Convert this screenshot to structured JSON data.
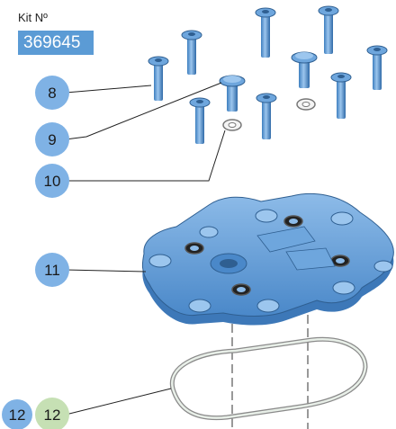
{
  "kit": {
    "label": "Kit Nº",
    "number": "369645"
  },
  "callouts": [
    "8",
    "9",
    "10",
    "11",
    "12",
    "12"
  ],
  "colors": {
    "part_blue": "#5b9bd5",
    "callout_blue": "#7fb2e5",
    "callout_green": "#c6e0b4",
    "line": "#222222"
  }
}
